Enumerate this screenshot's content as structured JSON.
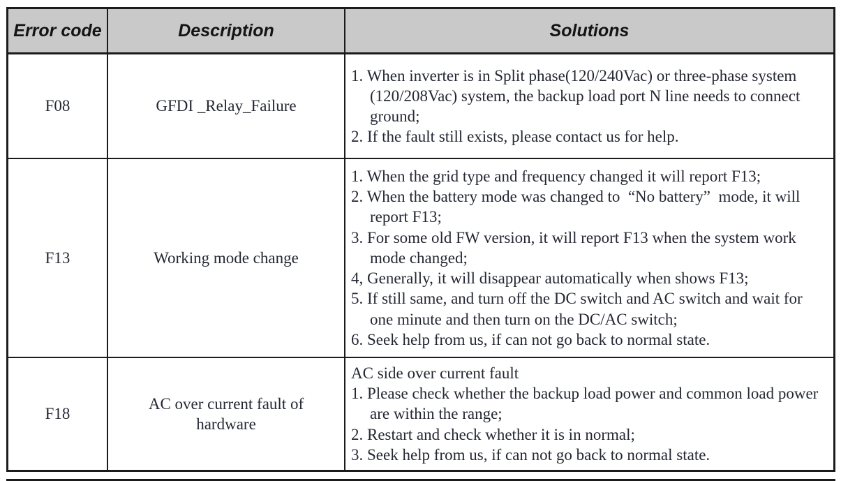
{
  "colors": {
    "header_bg": "#c9c9c9",
    "border": "#1b1b1b",
    "body_text": "#252833",
    "header_text": "#141414",
    "page_bg": "#ffffff"
  },
  "table": {
    "headers": [
      {
        "label": "Error code"
      },
      {
        "label": "Description"
      },
      {
        "label": "Solutions"
      }
    ],
    "rows": [
      {
        "code": "F08",
        "description": "GFDI _Relay_Failure",
        "solution_lines": [
          "1. When inverter is in Split phase(120/240Vac) or three-phase system (120/208Vac) system, the backup load port N line needs to connect ground;",
          "2. If the fault still exists, please contact us for help."
        ]
      },
      {
        "code": "F13",
        "description": "Working mode change",
        "solution_lines": [
          "1. When the grid type and frequency changed it will report F13;",
          "2. When the battery mode was changed to  “No battery”  mode, it will report F13;",
          "3. For some old FW version, it will report F13 when the system work mode changed;",
          "4, Generally, it will disappear automatically when shows F13;",
          "5. If still same, and turn off the DC switch and AC switch and wait for one minute and then turn on the DC/AC switch;",
          "6. Seek help from us, if can not go back to normal state."
        ]
      },
      {
        "code": "F18",
        "description": "AC over current fault of hardware",
        "solution_lines": [
          "AC side over current fault",
          "1. Please check whether the backup load power and common load power are within the range;",
          "2. Restart and check whether it is in normal;",
          "3. Seek help from us, if can not go back to normal state."
        ]
      }
    ]
  }
}
